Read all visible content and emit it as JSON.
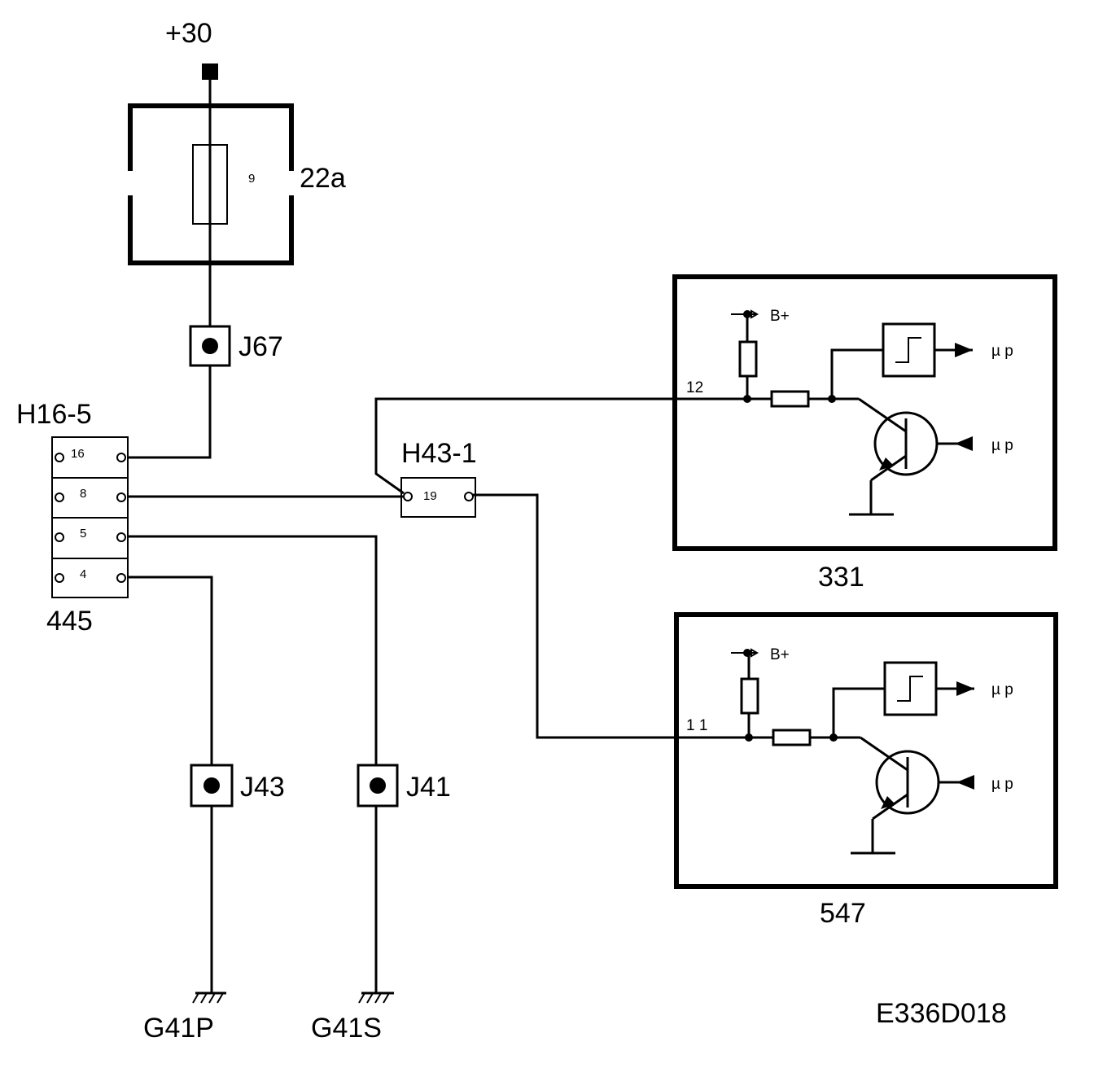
{
  "supply": {
    "label": "+30"
  },
  "fuse_box": {
    "label": "22a",
    "fuse_number": "9"
  },
  "junction_j67": {
    "label": "J67"
  },
  "connector_h16": {
    "label": "H16-5",
    "part": "445",
    "pins": [
      "16",
      "8",
      "5",
      "4"
    ]
  },
  "connector_h43": {
    "label": "H43-1",
    "pin": "19"
  },
  "module_331": {
    "label": "331",
    "pin": "12",
    "supply": "B+",
    "outputs": [
      "µ p",
      "µ p"
    ]
  },
  "module_547": {
    "label": "547",
    "pin": "1 1",
    "supply": "B+",
    "outputs": [
      "µ p",
      "µ p"
    ]
  },
  "junction_j43": {
    "label": "J43"
  },
  "junction_j41": {
    "label": "J41"
  },
  "ground_p": {
    "label": "G41P"
  },
  "ground_s": {
    "label": "G41S"
  },
  "diagram_code": "E336D018"
}
